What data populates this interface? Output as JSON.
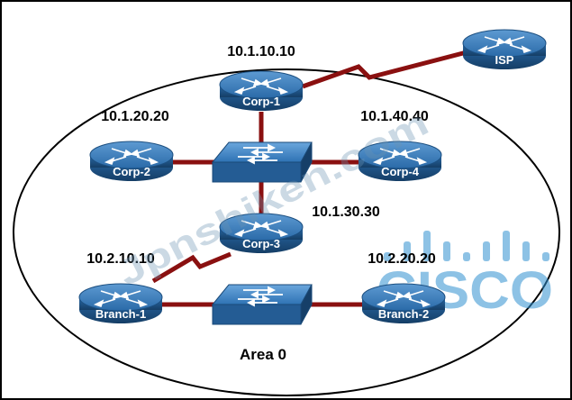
{
  "colors": {
    "router_top": "#2a6aa8",
    "router_side": "#1c4f80",
    "switch_top": "#3a80c0",
    "link": "#8a1010",
    "watermark": "#6b93b3",
    "cisco_logo": "#2f8fd0"
  },
  "routers": [
    {
      "id": "isp",
      "label": "ISP",
      "ip": ""
    },
    {
      "id": "corp1",
      "label": "Corp-1",
      "ip": "10.1.10.10"
    },
    {
      "id": "corp2",
      "label": "Corp-2",
      "ip": "10.1.20.20"
    },
    {
      "id": "corp3",
      "label": "Corp-3",
      "ip": "10.1.30.30"
    },
    {
      "id": "corp4",
      "label": "Corp-4",
      "ip": "10.1.40.40"
    },
    {
      "id": "branch1",
      "label": "Branch-1",
      "ip": "10.2.10.10"
    },
    {
      "id": "branch2",
      "label": "Branch-2",
      "ip": "10.2.20.20"
    }
  ],
  "switches": [
    {
      "id": "switch-corp"
    },
    {
      "id": "switch-branch"
    }
  ],
  "area_label": "Area 0",
  "watermark_text": "Jpnshiken.com",
  "logo_text": "CISCO",
  "icons": [
    "router-icon",
    "switch-icon",
    "serial-link-icon",
    "cisco-logo"
  ]
}
